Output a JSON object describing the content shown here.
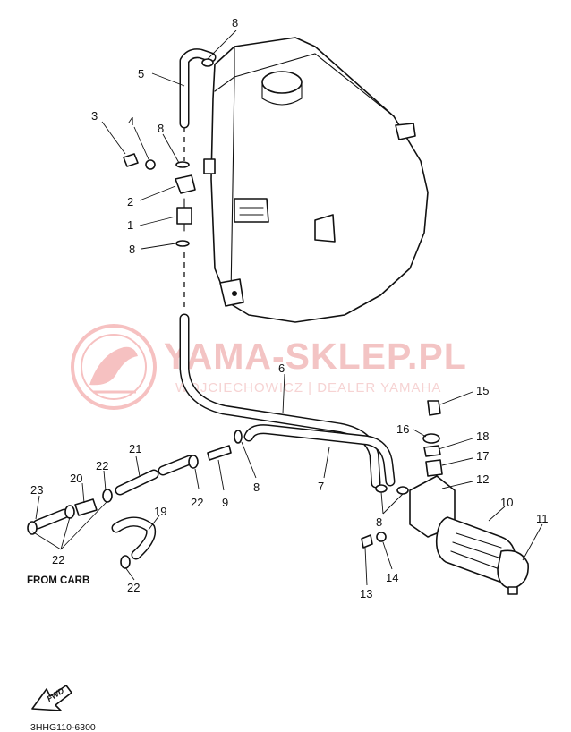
{
  "watermark": {
    "title": "YAMA-SKLEP.PL",
    "subtitle": "WOJCIECHOWICZ | DEALER YAMAHA",
    "color": "#f3c4c4"
  },
  "callouts": [
    {
      "id": "c1",
      "text": "1"
    },
    {
      "id": "c2",
      "text": "2"
    },
    {
      "id": "c3",
      "text": "3"
    },
    {
      "id": "c4",
      "text": "4"
    },
    {
      "id": "c5",
      "text": "5"
    },
    {
      "id": "c6",
      "text": "6"
    },
    {
      "id": "c7",
      "text": "7"
    },
    {
      "id": "c8a",
      "text": "8"
    },
    {
      "id": "c8b",
      "text": "8"
    },
    {
      "id": "c8c",
      "text": "8"
    },
    {
      "id": "c8d",
      "text": "8"
    },
    {
      "id": "c8e",
      "text": "8"
    },
    {
      "id": "c9",
      "text": "9"
    },
    {
      "id": "c10",
      "text": "10"
    },
    {
      "id": "c11",
      "text": "11"
    },
    {
      "id": "c12",
      "text": "12"
    },
    {
      "id": "c13",
      "text": "13"
    },
    {
      "id": "c14",
      "text": "14"
    },
    {
      "id": "c15",
      "text": "15"
    },
    {
      "id": "c16",
      "text": "16"
    },
    {
      "id": "c17",
      "text": "17"
    },
    {
      "id": "c18",
      "text": "18"
    },
    {
      "id": "c19",
      "text": "19"
    },
    {
      "id": "c20",
      "text": "20"
    },
    {
      "id": "c21",
      "text": "21"
    },
    {
      "id": "c22a",
      "text": "22"
    },
    {
      "id": "c22b",
      "text": "22"
    },
    {
      "id": "c22c",
      "text": "22"
    },
    {
      "id": "c22d",
      "text": "22"
    },
    {
      "id": "c23",
      "text": "23"
    }
  ],
  "labels": {
    "from_carb": "FROM CARB",
    "fwd": "FWD",
    "drawing_code": "3HHG110-6300"
  }
}
